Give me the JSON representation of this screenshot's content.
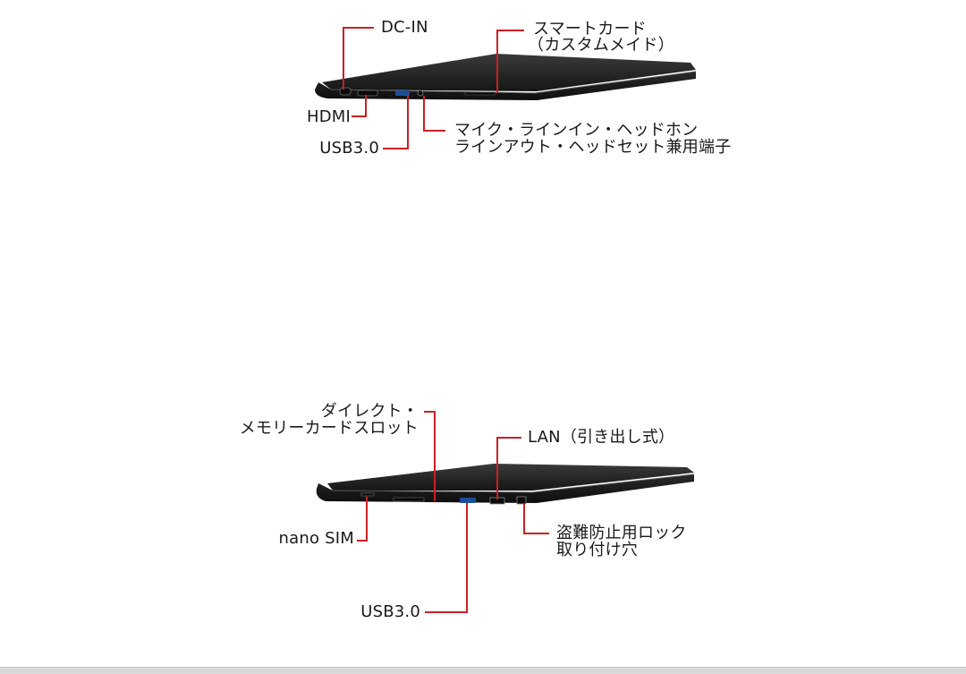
{
  "colors": {
    "leader": "#cc1f24",
    "body": "#1c1c1c",
    "text": "#1a1a1a"
  },
  "top_view": {
    "labels": {
      "dc_in": "DC-IN",
      "smartcard_1": "スマートカード",
      "smartcard_2": "（カスタムメイド）",
      "hdmi": "HDMI",
      "usb": "USB3.0",
      "audio_1": "マイク・ラインイン・ヘッドホン",
      "audio_2": "ラインアウト・ヘッドセット兼用端子"
    }
  },
  "bottom_view": {
    "labels": {
      "memory_1": "ダイレクト・",
      "memory_2": "メモリーカードスロット",
      "lan": "LAN（引き出し式）",
      "nanosim": "nano SIM",
      "lock_1": "盗難防止用ロック",
      "lock_2": "取り付け穴",
      "usb": "USB3.0"
    }
  }
}
